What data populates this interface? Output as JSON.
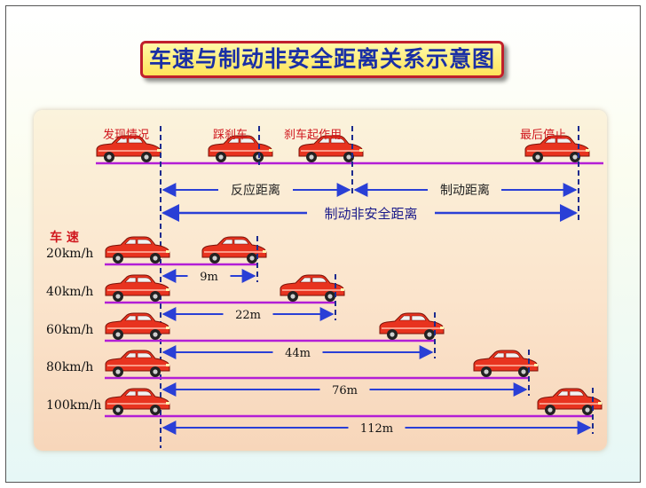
{
  "title": "车速与制动非安全距离关系示意图",
  "top_labels": {
    "discover": "发现情况",
    "step_brake": "踩刹车",
    "brake_act": "刹车起作用",
    "stop": "最后停止"
  },
  "distance_labels": {
    "reaction": "反应距离",
    "braking": "制动距离",
    "unsafe": "制动非安全距离"
  },
  "speed_header": "车 速",
  "rows": [
    {
      "speed": "20km/h",
      "dist": "9m"
    },
    {
      "speed": "40km/h",
      "dist": "22m"
    },
    {
      "speed": "60km/h",
      "dist": "44m"
    },
    {
      "speed": "80km/h",
      "dist": "76m"
    },
    {
      "speed": "100km/h",
      "dist": "112m"
    }
  ],
  "colors": {
    "road": "#b31ed6",
    "dash": "#1c2b8e",
    "arrow": "#2a3fd6",
    "car": "#e8331f"
  }
}
